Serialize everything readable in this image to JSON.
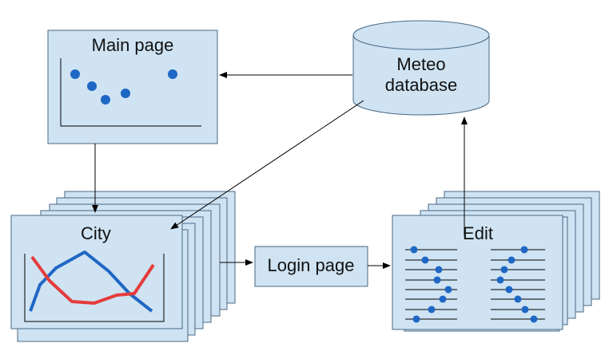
{
  "nodes": {
    "main_page": "Main page",
    "meteo_database_line1": "Meteo",
    "meteo_database_line2": "database",
    "city": "City",
    "login_page": "Login page",
    "edit": "Edit"
  },
  "colors": {
    "node_fill": "#cfe3f2",
    "node_stroke": "#4a6a86",
    "dot_blue": "#1f67c4",
    "line_blue": "#1f67c4",
    "line_red": "#e53b3b"
  }
}
